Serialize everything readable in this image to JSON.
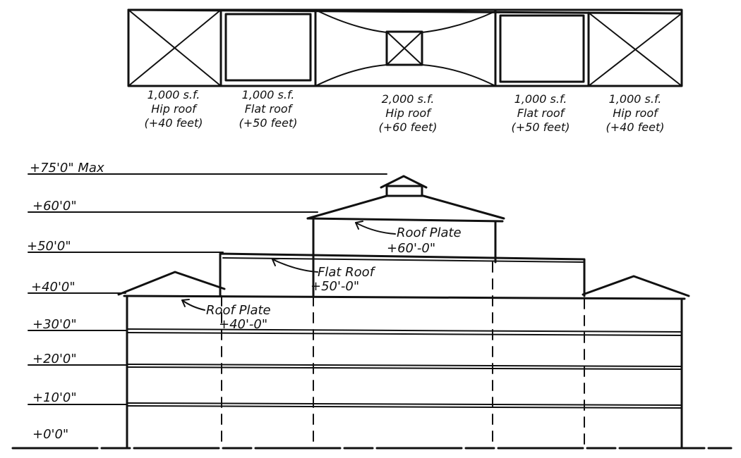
{
  "plan": {
    "bays": [
      {
        "id": "bay1",
        "area": "1,000 s.f.",
        "roof": "Hip roof",
        "height": "(+40 feet)",
        "symbol": "x"
      },
      {
        "id": "bay2",
        "area": "1,000 s.f.",
        "roof": "Flat roof",
        "height": "(+50 feet)",
        "symbol": "box"
      },
      {
        "id": "bay3",
        "area": "2,000 s.f.",
        "roof": "Hip roof",
        "height": "(+60 feet)",
        "symbol": "center-x"
      },
      {
        "id": "bay4",
        "area": "1,000 s.f.",
        "roof": "Flat roof",
        "height": "(+50 feet)",
        "symbol": "box"
      },
      {
        "id": "bay5",
        "area": "1,000 s.f.",
        "roof": "Hip roof",
        "height": "(+40 feet)",
        "symbol": "x"
      }
    ]
  },
  "elevation": {
    "levels": [
      {
        "id": "lvl-75",
        "label": "+75'0\" Max"
      },
      {
        "id": "lvl-60",
        "label": "+60'0\""
      },
      {
        "id": "lvl-50",
        "label": "+50'0\""
      },
      {
        "id": "lvl-40",
        "label": "+40'0\""
      },
      {
        "id": "lvl-30",
        "label": "+30'0\""
      },
      {
        "id": "lvl-20",
        "label": "+20'0\""
      },
      {
        "id": "lvl-10",
        "label": "+10'0\""
      },
      {
        "id": "lvl-0",
        "label": "+0'0\""
      }
    ],
    "annotations": {
      "roof_plate_60": {
        "title": "Roof Plate",
        "value": "+60'-0\""
      },
      "flat_roof_50": {
        "title": "Flat Roof",
        "value": "+50'-0\""
      },
      "roof_plate_40": {
        "title": "Roof Plate",
        "value": "+40'-0\""
      }
    }
  }
}
